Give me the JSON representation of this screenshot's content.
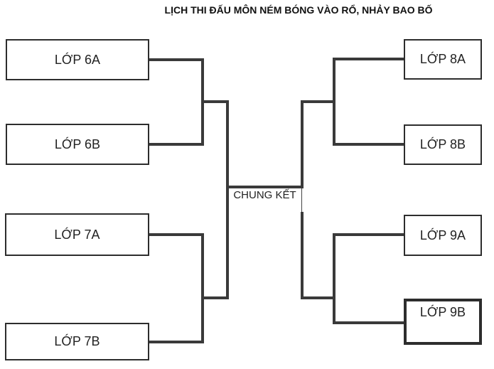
{
  "title": "LỊCH THI ĐẤU MÔN NÉM BÓNG VÀO RỔ, NHẢY BAO BỐ",
  "bracket": {
    "final_label": "CHUNG KẾT",
    "left": [
      {
        "label": "LỚP 6A"
      },
      {
        "label": "LỚP 6B"
      },
      {
        "label": "LỚP 7A"
      },
      {
        "label": "LỚP 7B"
      }
    ],
    "right": [
      {
        "label": "LỚP 8A"
      },
      {
        "label": "LỚP 8B"
      },
      {
        "label": "LỚP 9A"
      },
      {
        "label": "LỚP 9B"
      }
    ]
  },
  "colors": {
    "line": "#3a3a3a",
    "box_border": "#2d2d2d",
    "text": "#222222",
    "background": "#ffffff"
  }
}
